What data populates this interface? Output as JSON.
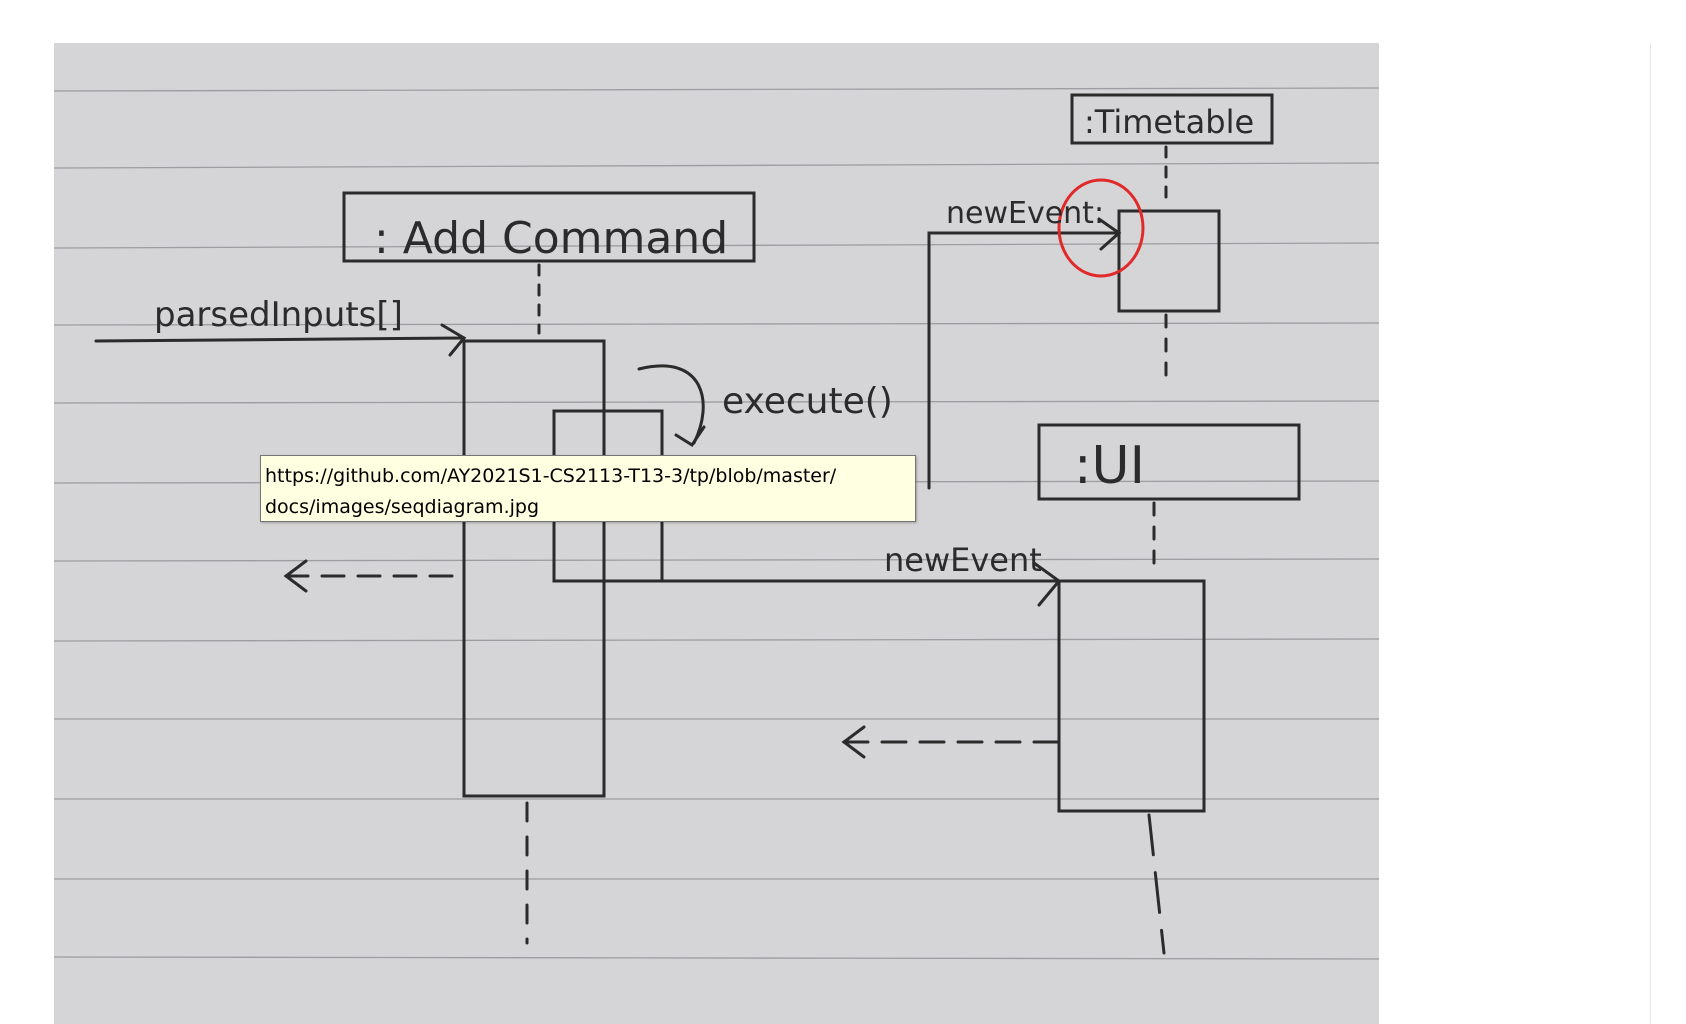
{
  "image": {
    "alt": "hand-drawn sequence diagram photo"
  },
  "diagram": {
    "participants": [
      {
        "label": ": Add Command"
      },
      {
        "label": ":Timetable"
      },
      {
        "label": ":UI"
      }
    ],
    "messages": [
      {
        "label": "parsedInputs[]"
      },
      {
        "label": "execute()"
      },
      {
        "label": "newEvent:"
      },
      {
        "label": "newEvent"
      }
    ],
    "annotation_color": "#e02a2a"
  },
  "tooltip": {
    "line1": "https://github.com/AY2021S1-CS2113-T13-3/tp/blob/master/",
    "line2": "docs/images/seqdiagram.jpg"
  }
}
